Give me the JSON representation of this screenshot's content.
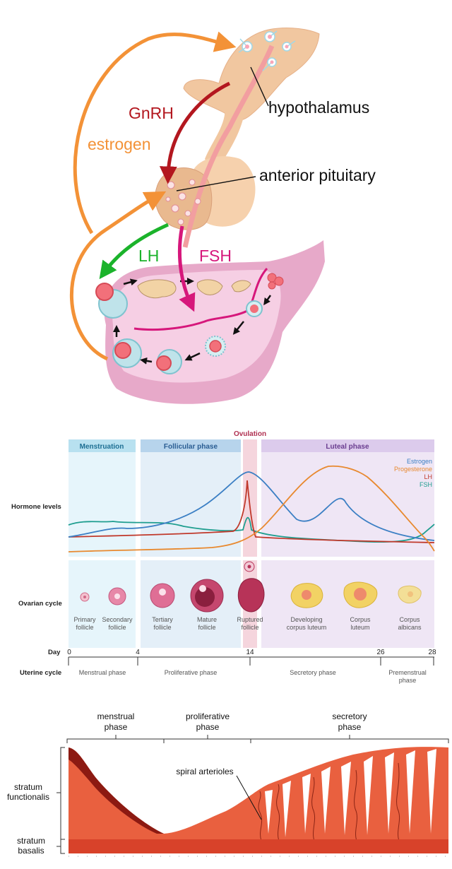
{
  "top": {
    "gnrh": "GnRH",
    "estrogen": "estrogen",
    "hypothalamus": "hypothalamus",
    "anterior_pituitary": "anterior pituitary",
    "lh": "LH",
    "fsh": "FSH"
  },
  "cycle": {
    "phases": [
      "Menstruation",
      "Follicular phase",
      "Ovulation",
      "Luteal phase"
    ],
    "hormone_axis_label": "Hormone levels",
    "ovarian_axis_label": "Ovarian cycle",
    "legend": [
      "Estrogen",
      "Progesterone",
      "LH",
      "FSH"
    ],
    "follicles": [
      {
        "l1": "Primary",
        "l2": "follicle"
      },
      {
        "l1": "Secondary",
        "l2": "follicle"
      },
      {
        "l1": "Tertiary",
        "l2": "follicle"
      },
      {
        "l1": "Mature",
        "l2": "follicle"
      },
      {
        "l1": "Ruptured",
        "l2": "follicle"
      },
      {
        "l1": "Developing",
        "l2": "corpus luteum"
      },
      {
        "l1": "Corpus",
        "l2": "luteum"
      },
      {
        "l1": "Corpus",
        "l2": "albicans"
      }
    ],
    "day_label": "Day",
    "uterine_label": "Uterine cycle",
    "days": [
      "0",
      "4",
      "14",
      "26",
      "28"
    ],
    "uterine_phases": [
      "Menstrual phase",
      "Proliferative phase",
      "Secretory phase"
    ],
    "premenstrual": {
      "l1": "Premenstrual",
      "l2": "phase"
    },
    "colors": {
      "estrogen": "#3b7fc4",
      "progesterone": "#e8892f",
      "lh": "#c0392b",
      "fsh": "#1f9e8f"
    }
  },
  "endometrium": {
    "menstrual": {
      "l1": "menstrual",
      "l2": "phase"
    },
    "proliferative": {
      "l1": "proliferative",
      "l2": "phase"
    },
    "secretory": {
      "l1": "secretory",
      "l2": "phase"
    },
    "spiral": "spiral arterioles",
    "functionalis": {
      "l1": "stratum",
      "l2": "functionalis"
    },
    "basalis": {
      "l1": "stratum",
      "l2": "basalis"
    }
  }
}
